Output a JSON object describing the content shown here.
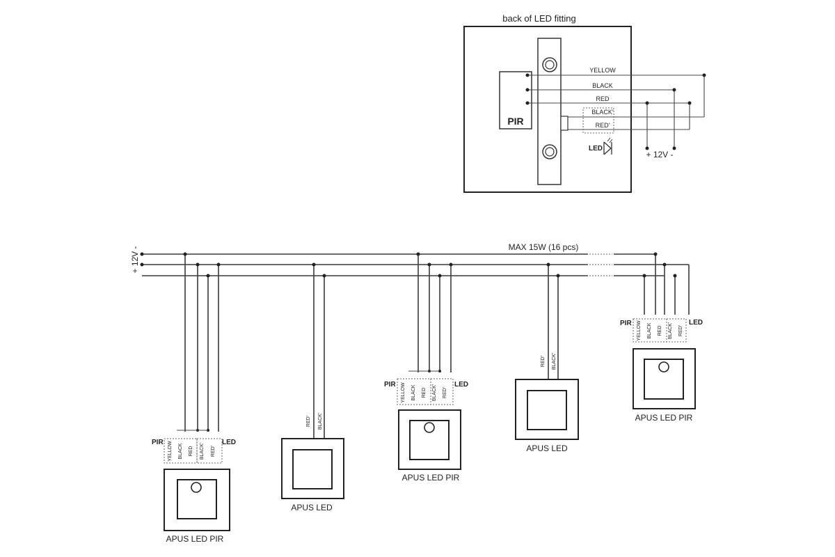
{
  "inset": {
    "title": "back of LED fitting",
    "pir_label": "PIR",
    "led_label": "LED",
    "wires": [
      "YELLOW",
      "BLACK",
      "RED",
      "BLACK'",
      "RED'"
    ],
    "supply_label": "+ 12V -"
  },
  "bus": {
    "supply_label": "+ 12V -",
    "note": "MAX 15W (16 pcs)"
  },
  "connector": {
    "pir_label": "PIR",
    "led_label": "LED",
    "pir_wires": [
      "YELLOW",
      "BLACK",
      "RED"
    ],
    "led_wires": [
      "BLACK'",
      "RED'"
    ],
    "led_only_wires": [
      "RED'",
      "BLACK'"
    ]
  },
  "fittings": [
    {
      "type": "pir",
      "label": "APUS LED PIR"
    },
    {
      "type": "led",
      "label": "APUS LED"
    },
    {
      "type": "pir",
      "label": "APUS LED PIR"
    },
    {
      "type": "led",
      "label": "APUS LED"
    },
    {
      "type": "pir",
      "label": "APUS LED PIR"
    }
  ]
}
